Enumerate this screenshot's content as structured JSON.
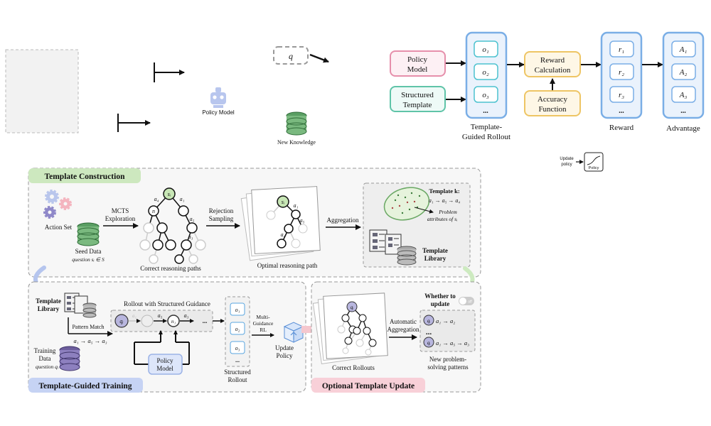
{
  "top": {
    "q_label": "q",
    "policy_model_icon_label": "Policy Model",
    "new_knowledge_label": "New Knowledge",
    "policy_model_box": "Policy Model",
    "structured_template_box": "Structured Template",
    "outputs": [
      "o₁",
      "o₂",
      "o₃",
      "..."
    ],
    "rollout_caption_1": "Template-",
    "rollout_caption_2": "Guided Rollout",
    "reward_calc_1": "Reward",
    "reward_calc_2": "Calculation",
    "accuracy_1": "Accuracy",
    "accuracy_2": "Function",
    "rewards": [
      "r₁",
      "r₂",
      "r₃",
      "..."
    ],
    "reward_caption": "Reward",
    "advantages": [
      "A₁",
      "A₂",
      "A₃",
      "..."
    ],
    "advantage_caption": "Advantage",
    "update_policy_1": "Update",
    "update_policy_2": "policy",
    "policy_icon_label": "Policy"
  },
  "construction": {
    "title": "Template Construction",
    "action_set": "Action Set",
    "seed_data": "Seed Data",
    "seed_question": "question sᵢ ∈ S",
    "mcts_1": "MCTS",
    "mcts_2": "Exploration",
    "correct_paths": "Correct reasoning paths",
    "rejection_1": "Rejection",
    "rejection_2": "Sampling",
    "optimal_path": "Optimal reasoning path",
    "aggregation": "Aggregation",
    "template_k": "Template k:",
    "template_seq": "a₁ → a₅ → a₄",
    "problem_attr_1": "Problem",
    "problem_attr_2": "attributes of sᵢ",
    "template_library_1": "Template",
    "template_library_2": "Library",
    "tree_labels": {
      "si": "sᵢ",
      "a4": "a₄",
      "a1": "a₁",
      "n": "n",
      "a5": "a₅",
      "a3": "a₃"
    }
  },
  "training": {
    "title": "Template-Guided Training",
    "template_library_1": "Template",
    "template_library_2": "Library",
    "pattern_match": "Pattern Match",
    "pattern_seq": "a₁ → a₅ → a₃",
    "training_data_1": "Training",
    "training_data_2": "Data",
    "training_question": "question qᵢ",
    "rollout_title": "Rollout with Structured Guidance",
    "chain": [
      "qᵢ",
      "a₁",
      "a₅",
      "n₁",
      "a₃",
      "..."
    ],
    "policy_model_1": "Policy",
    "policy_model_2": "Model",
    "outputs": [
      "o₁",
      "o₂",
      "o₃",
      "..."
    ],
    "structured_rollout_1": "Structured",
    "structured_rollout_2": "Rollout",
    "mg_1": "Multi-",
    "mg_2": "Guidance",
    "mg_3": "RL",
    "update_policy_1": "Update",
    "update_policy_2": "Policy"
  },
  "update": {
    "title": "Optional Template Update",
    "correct_rollouts": "Correct Rollouts",
    "auto_agg_1": "Automatic",
    "auto_agg_2": "Aggregation",
    "whether_1": "Whether to",
    "whether_2": "update",
    "toggle": "off",
    "pattern_1": "a₁ → a₂",
    "pattern_2": "a₁ → a₅ → a₃",
    "qi": "qᵢ",
    "new_patterns_1": "New problem-",
    "new_patterns_2": "solving patterns"
  }
}
